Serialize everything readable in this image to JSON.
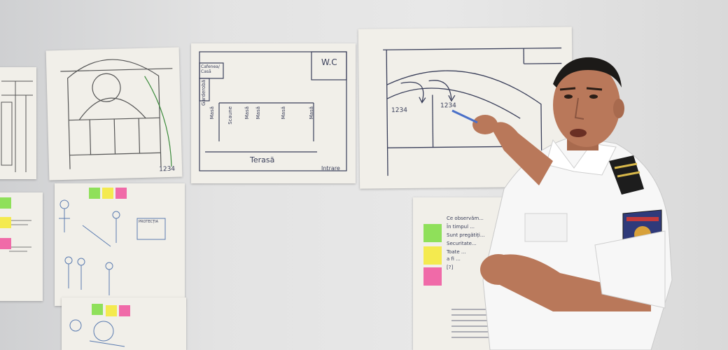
{
  "scene": {
    "colors": {
      "wall": "#e4e4e4",
      "paper": "#f1efe9",
      "ink": "#3a3f5a",
      "sticky_green": "#8fe05a",
      "sticky_yellow": "#f4ea4f",
      "sticky_pink": "#f06aa8",
      "shirt": "#f7f7f7",
      "skin": "#b9785a"
    }
  },
  "floorplan": {
    "corner_label": "W.C",
    "bottom_label": "Terasă",
    "bottom_right_label": "Intrare",
    "top_left_label": "Cafenea/ Casă",
    "side_label": "Garderobă",
    "table_labels": [
      "Masă",
      "Scaune",
      "Masă",
      "Masă",
      "Masă",
      "Masă"
    ]
  },
  "map": {
    "num_left": "1234",
    "num_right": "1234"
  },
  "sheet_bottom_right": {
    "lines": [
      "Ce observăm...",
      "În timpul ...",
      "Sunt pregătiți...",
      "Securitate...",
      "Toate ...",
      "a fi ...",
      "[?]"
    ]
  },
  "drawing_sign": {
    "label": "PROTECȚIA"
  },
  "arch_sheet": {
    "corner_number": "1234"
  }
}
